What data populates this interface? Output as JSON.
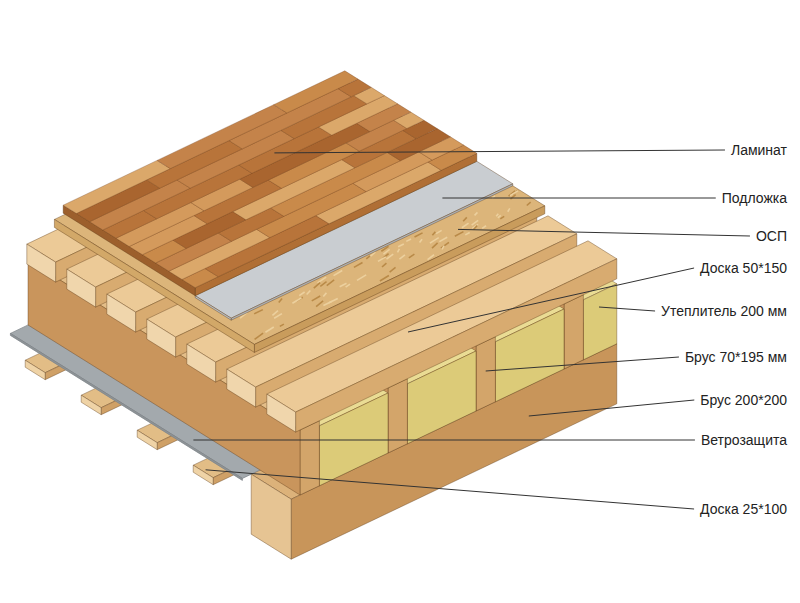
{
  "diagram": {
    "labels": [
      "Ламинат",
      "Подложка",
      "ОСП",
      "Доска 50*150",
      "Утеплитель 200 мм",
      "Брус 70*195 мм",
      "Брус 200*200",
      "Ветрозащита",
      "Доска 25*100"
    ]
  }
}
